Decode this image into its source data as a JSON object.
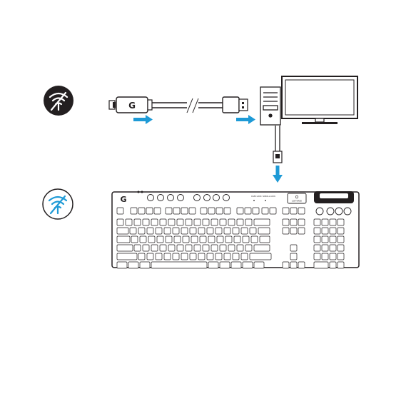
{
  "colors": {
    "accent_blue": "#1e9ad6",
    "ink": "#231f20",
    "paper": "#ffffff"
  },
  "steps": [
    {
      "step_icon": "wireless-off-icon",
      "description_icon": "usb-receiver-into-computer-icon"
    },
    {
      "step_icon": "wireless-on-icon",
      "description_icon": "keyboard-lightspeed-pairing-icon"
    }
  ],
  "keyboard": {
    "logo": "G",
    "indicator_labels": [
      "CAPS LOCK",
      "SCROLL LOCK"
    ],
    "lightspeed_button_label": "LIGHTSPEED"
  },
  "receiver": {
    "logo": "G"
  }
}
